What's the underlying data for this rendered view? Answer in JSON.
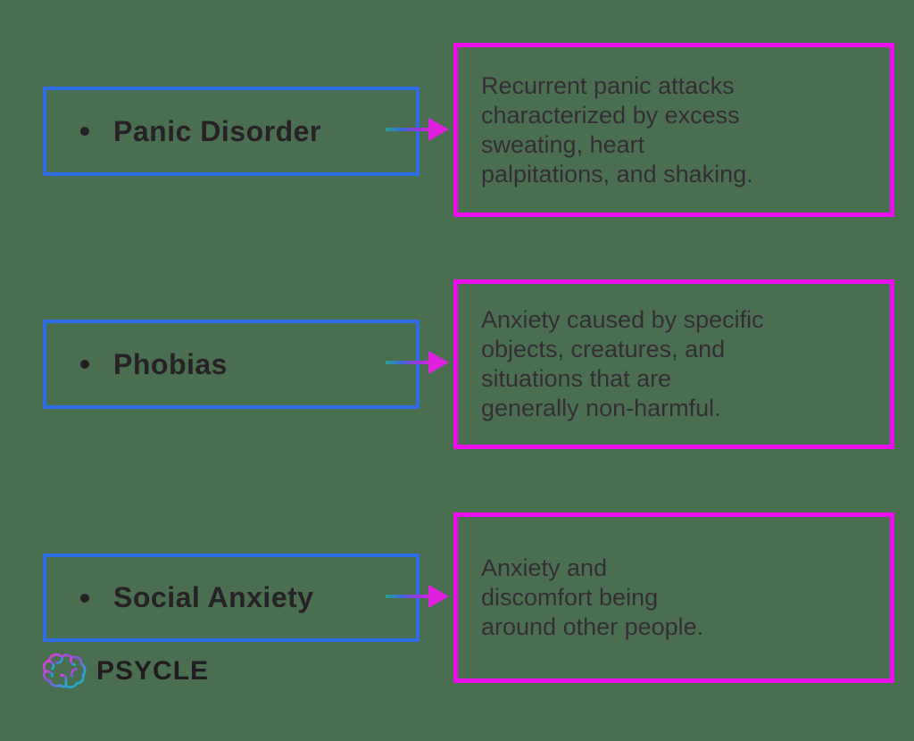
{
  "colors": {
    "background": "#4a6f50",
    "term_box_border": "#2e6de4",
    "description_box_border": "#ee0dee",
    "term_text": "#262226",
    "description_text": "#332e33",
    "arrow_gradient_start": "#23a398",
    "arrow_gradient_mid": "#3f68d9",
    "arrow_gradient_end": "#e322e3",
    "logo_text_color": "#201c20"
  },
  "diagram": {
    "bullet": "",
    "rows": [
      {
        "term": "Panic Disorder",
        "description": "Recurrent panic attacks\ncharacterized by excess\nsweating, heart\npalpitations, and shaking."
      },
      {
        "term": "Phobias",
        "description": "Anxiety caused by specific\nobjects, creatures, and\nsituations that are\ngenerally non-harmful."
      },
      {
        "term": "Social Anxiety",
        "description": "Anxiety and\ndiscomfort being\naround other people."
      }
    ]
  },
  "logo": {
    "text": "PSYCLE",
    "icon": "brain-icon"
  }
}
